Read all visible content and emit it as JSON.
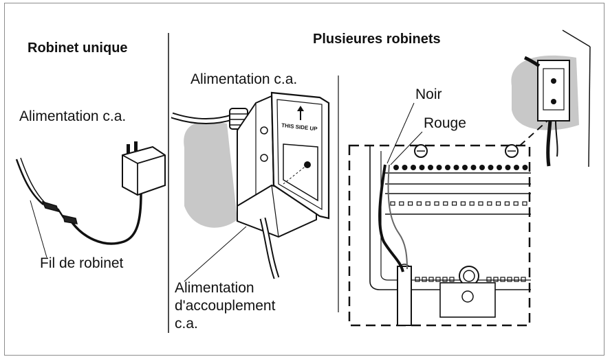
{
  "headers": {
    "single": "Robinet unique",
    "multiple": "Plusieures robinets"
  },
  "labels": {
    "ac_power_single": "Alimentation c.a.",
    "faucet_wire": "Fil de robinet",
    "ac_power_multi": "Alimentation c.a.",
    "coupling_line1": "Alimentation",
    "coupling_line2": "d'accouplement",
    "coupling_line3": "c.a.",
    "black_wire": "Noir",
    "red_wire": "Rouge"
  },
  "device_text": {
    "panel_label": "THIS SIDE UP"
  },
  "colors": {
    "line": "#111111",
    "wall_shade": "#c8c8c8",
    "frame": "#8c8c8c"
  }
}
